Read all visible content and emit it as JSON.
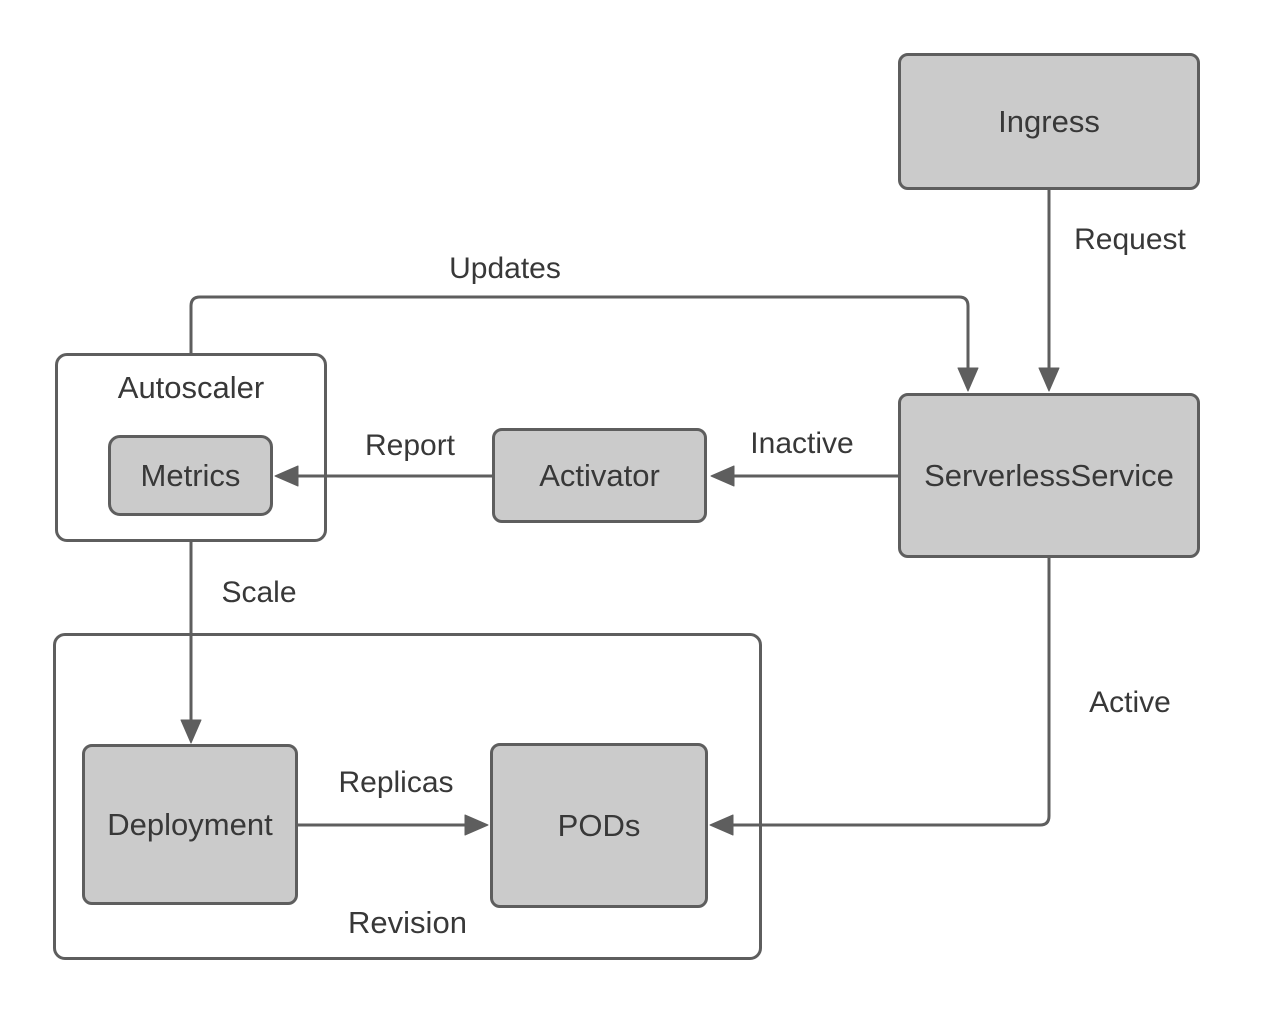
{
  "colors": {
    "background": "#ffffff",
    "node_fill": "#cbcbcb",
    "node_border": "#5e5e5e",
    "connector": "#5e5e5e",
    "text": "#383838"
  },
  "nodes": {
    "ingress": {
      "label": "Ingress"
    },
    "serverless_service": {
      "label": "ServerlessService"
    },
    "activator": {
      "label": "Activator"
    },
    "autoscaler": {
      "label": "Autoscaler"
    },
    "metrics": {
      "label": "Metrics"
    },
    "revision": {
      "label": "Revision"
    },
    "deployment": {
      "label": "Deployment"
    },
    "pods": {
      "label": "PODs"
    }
  },
  "edges": {
    "request": {
      "label": "Request",
      "from": "Ingress",
      "to": "ServerlessService"
    },
    "updates": {
      "label": "Updates",
      "from": "Autoscaler",
      "to": "ServerlessService"
    },
    "inactive": {
      "label": "Inactive",
      "from": "ServerlessService",
      "to": "Activator"
    },
    "report": {
      "label": "Report",
      "from": "Activator",
      "to": "Metrics"
    },
    "scale": {
      "label": "Scale",
      "from": "Autoscaler",
      "to": "Deployment"
    },
    "replicas": {
      "label": "Replicas",
      "from": "Deployment",
      "to": "PODs"
    },
    "active": {
      "label": "Active",
      "from": "ServerlessService",
      "to": "PODs"
    }
  }
}
